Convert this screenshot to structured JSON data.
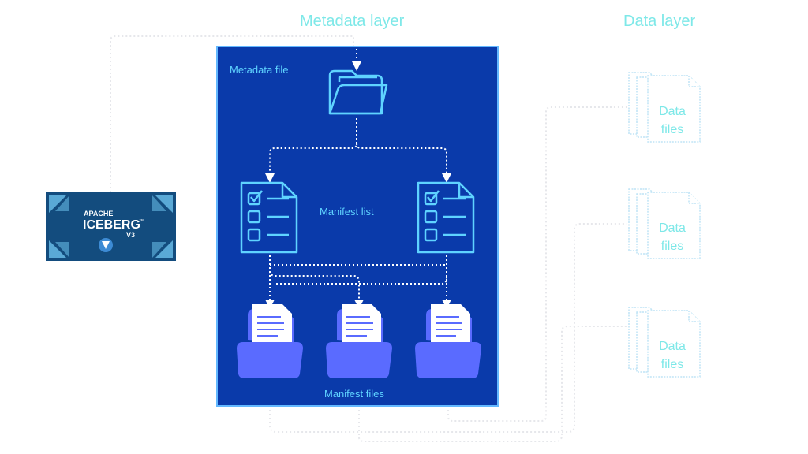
{
  "titles": {
    "metadata_layer": "Metadata layer",
    "data_layer": "Data layer"
  },
  "labels": {
    "metadata_file": "Metadata file",
    "manifest_list": "Manifest list",
    "manifest_files": "Manifest files"
  },
  "logo": {
    "line1": "APACHE",
    "line2": "ICEBERG",
    "line3": "V3",
    "tm": "™"
  },
  "data_files": [
    {
      "line1": "Data",
      "line2": "files"
    },
    {
      "line1": "Data",
      "line2": "files"
    },
    {
      "line1": "Data",
      "line2": "files"
    }
  ],
  "colors": {
    "panel_fill": "#0a3aaa",
    "panel_border": "#63b8ff",
    "title_cyan": "#7ee8e8",
    "icon_cyan": "#5fd3ff",
    "manifest_folder": "#5a6bff",
    "data_icon": "#bfe4f5",
    "data_text": "#7ee8e8",
    "logo_bg": "#134c7e",
    "connector_light": "#e9eaee"
  }
}
